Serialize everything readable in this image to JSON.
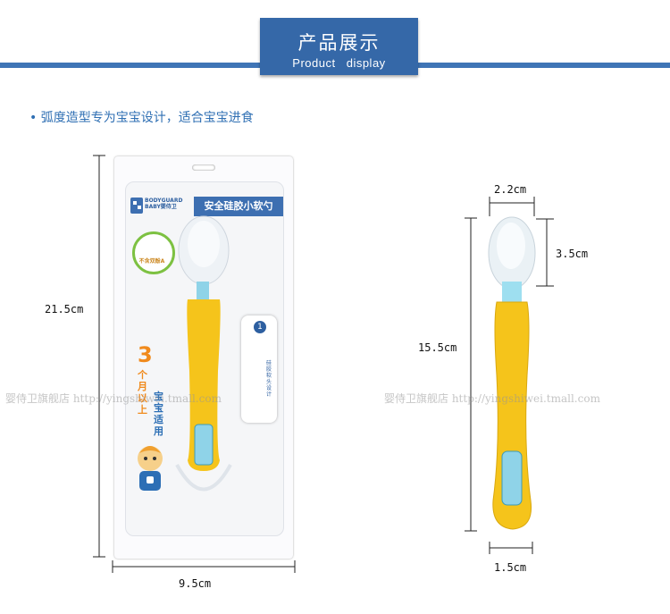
{
  "header": {
    "title": "产品展示",
    "subtitle": "Product display"
  },
  "bullet_text": "• 弧度造型专为宝宝设计，适合宝宝进食",
  "watermark": "婴侍卫旗舰店 http://yingshiwei.tmall.com",
  "package": {
    "brand_line1": "BODYGUARD",
    "brand_line2": "BABY婴侍卫",
    "label": "安全硅胶小软勺",
    "badge": "不含双酚A",
    "age_number": "3",
    "age_text1": "个月以上",
    "age_text2": "宝宝适用",
    "step_number": "1",
    "step_text": "硅胶软头设计"
  },
  "dimensions": {
    "package_height": "21.5cm",
    "package_width": "9.5cm",
    "spoon_head_width": "2.2cm",
    "spoon_head_length": "3.5cm",
    "spoon_length": "15.5cm",
    "spoon_handle_width": "1.5cm"
  },
  "colors": {
    "brand_blue": "#3568a8",
    "spoon_yellow": "#f5c41b",
    "spoon_accent": "#8fd3e8"
  }
}
